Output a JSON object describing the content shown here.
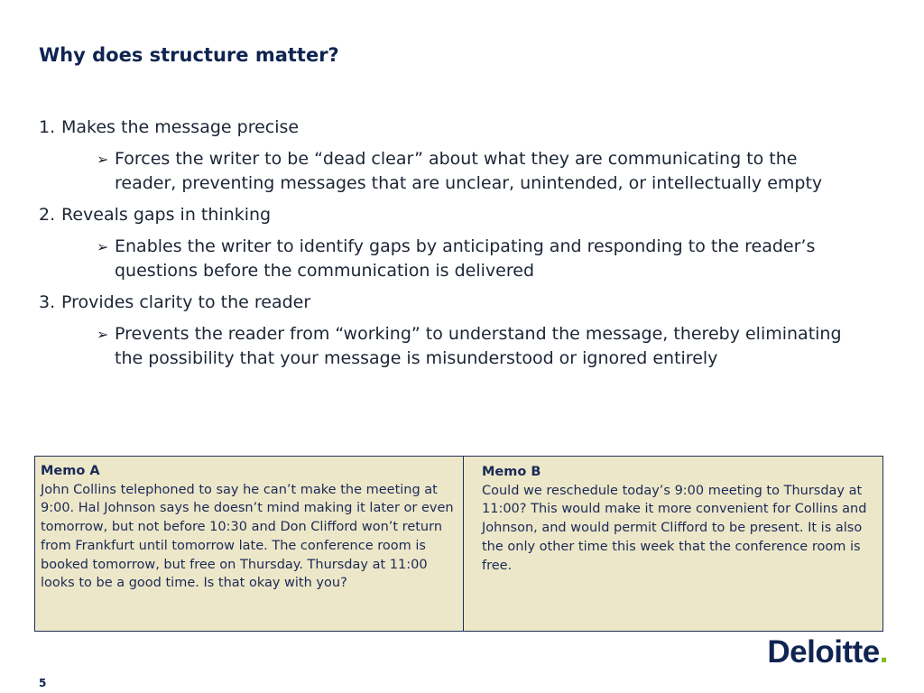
{
  "slide": {
    "title": "Why does structure matter?",
    "page_number": "5"
  },
  "points": [
    {
      "number": "1.",
      "heading": "Makes the message precise",
      "detail": "Forces the writer to be “dead clear” about what they are communicating to the reader, preventing messages that are unclear, unintended, or intellectually empty"
    },
    {
      "number": "2.",
      "heading": "Reveals gaps in thinking",
      "detail": "Enables the writer to identify gaps by anticipating and responding to the reader’s questions before the communication is delivered"
    },
    {
      "number": "3.",
      "heading": "Provides clarity to the reader",
      "detail": "Prevents the reader from “working” to understand the message, thereby eliminating the possibility that your message is misunderstood or ignored entirely"
    }
  ],
  "memos": {
    "a": {
      "title": "Memo A",
      "body": "John Collins telephoned to say he can’t make the meeting at 9:00.  Hal Johnson says he doesn’t mind making it later or even tomorrow, but not before 10:30 and Don Clifford won’t return from Frankfurt until tomorrow late.  The conference room is booked tomorrow, but free on Thursday. Thursday at 11:00 looks to be a good time.  Is that okay with you?"
    },
    "b": {
      "title": "Memo B",
      "body": "Could we reschedule today’s 9:00 meeting to Thursday at 11:00?  This would make it more convenient for Collins and Johnson, and would permit Clifford to be present.  It is also the only other time this week that the conference room is free."
    }
  },
  "logo": {
    "text": "Deloitte",
    "dot": ".",
    "colors": {
      "brand_blue": "#0f2451",
      "brand_green": "#85bc22"
    }
  },
  "icons": {
    "bullet": "arrow-bullet-icon"
  }
}
